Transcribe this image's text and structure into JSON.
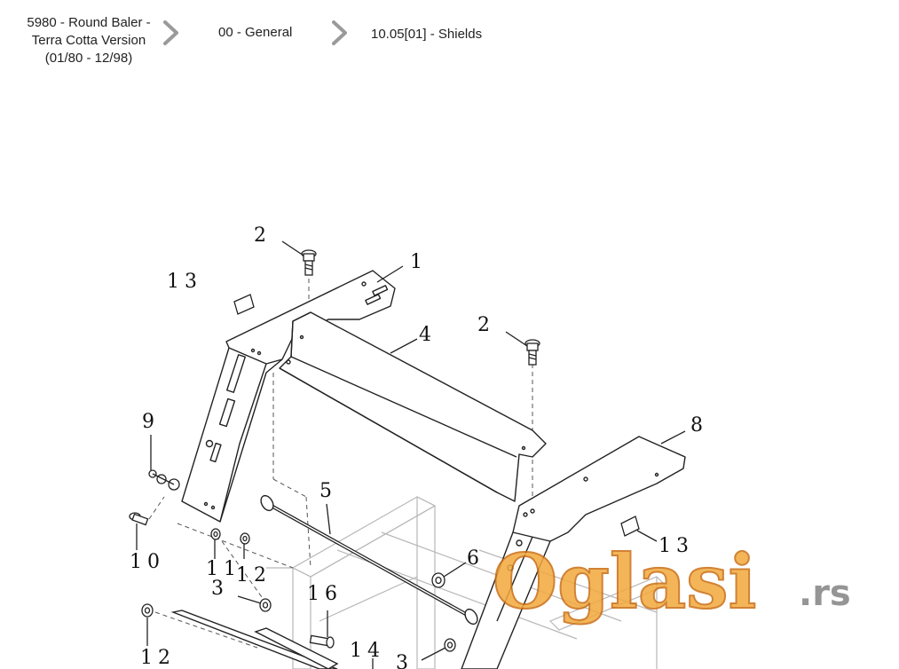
{
  "breadcrumb": {
    "item1_line1": "5980 - Round Baler -",
    "item1_line2": "Terra Cotta Version",
    "item1_line3": "(01/80 - 12/98)",
    "item2": "00 - General",
    "item3": "10.05[01] - Shields",
    "separator_icon": "chevron-right-icon",
    "separator_color": "#9a9a9a"
  },
  "diagram": {
    "callouts": {
      "c1": "1",
      "c2a": "2",
      "c2b": "2",
      "c3a": "3",
      "c3b": "3",
      "c4": "4",
      "c5": "5",
      "c6": "6",
      "c8": "8",
      "c9": "9",
      "c10": "10",
      "c11": "11",
      "c12a": "12",
      "c12b": "12",
      "c13a": "13",
      "c13b": "13",
      "c14": "14",
      "c16": "16"
    },
    "line_color": "#222222",
    "ghost_color": "#b8b8b8"
  },
  "watermark": {
    "main": "Oglasi",
    "suffix": ".rs",
    "color": "#f2a93c"
  }
}
